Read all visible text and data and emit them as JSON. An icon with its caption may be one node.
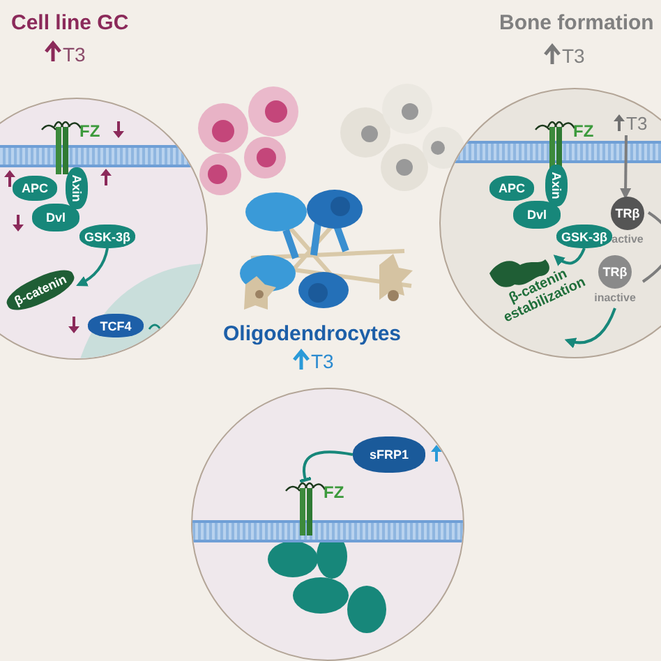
{
  "diagram": {
    "nodes": [
      {
        "text": [],
        "shape": "circle"
      },
      {
        "text": [
          "FZ"
        ],
        "in": 0
      },
      {
        "text": [
          "APC"
        ],
        "in": 0
      },
      {
        "text": [
          "Axin"
        ],
        "in": 0
      },
      {
        "text": [
          "Dvl"
        ],
        "in": 0
      },
      {
        "text": [
          "GSK-3β"
        ],
        "in": 0
      },
      {
        "text": [
          "β-catenin"
        ],
        "in": 0
      },
      {
        "text": [
          "TCF4"
        ],
        "in": 0
      },
      {
        "text": [],
        "shape": "circle"
      },
      {
        "text": [
          "FZ"
        ],
        "in": 8
      },
      {
        "text": [
          "APC"
        ],
        "in": 8
      },
      {
        "text": [
          "Axin"
        ],
        "in": 8
      },
      {
        "text": [
          "Dvl"
        ],
        "in": 8
      },
      {
        "text": [
          "GSK-3β"
        ],
        "in": 8
      },
      {
        "text": [
          "T3"
        ],
        "in": 8
      },
      {
        "text": [
          "TRβ"
        ],
        "beside": [
          "active"
        ],
        "in": 8
      },
      {
        "text": [
          "TRβ"
        ],
        "beside": [
          "inactive"
        ],
        "in": 8
      },
      {
        "text": [
          "β-catenin estabilization"
        ],
        "in": 8
      },
      {
        "text": [],
        "shape": "circle"
      },
      {
        "text": [
          "sFRP1"
        ],
        "in": 18
      },
      {
        "text": [
          "FZ"
        ],
        "in": 18
      }
    ],
    "edges": [
      {
        "from": 5,
        "to": 6,
        "arrow": "to"
      },
      {
        "from": 13,
        "to": 17,
        "arrow": "to"
      },
      {
        "from": 16,
        "to": 17,
        "arrow": "to"
      },
      {
        "from": 15,
        "to": 16,
        "arrow": "none",
        "color": "#7d7d7d"
      },
      {
        "from": 14,
        "to": 15,
        "arrow": "to",
        "color": "#7d7d7d"
      },
      {
        "from": 19,
        "to": 20,
        "arrow": "other"
      }
    ],
    "labels": [
      "Cell line GC",
      "T3",
      "Bone formation",
      "T3",
      "Oligodendrocytes",
      "T3"
    ]
  }
}
